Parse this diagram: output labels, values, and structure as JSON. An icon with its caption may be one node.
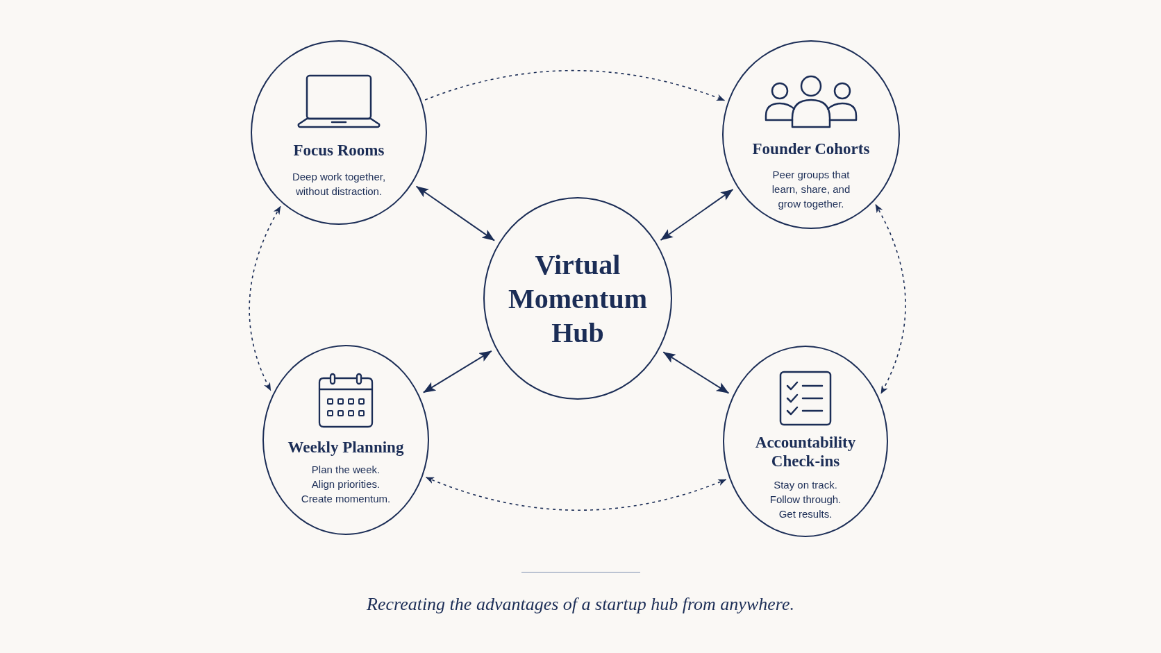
{
  "diagram": {
    "caption": "Recreating the advantages of a startup hub from anywhere.",
    "nodes": [
      {
        "text": [
          "Focus Rooms",
          "Deep work together, without distraction."
        ]
      },
      {
        "text": [
          "Founder Cohorts",
          "Peer groups that learn, share, and grow together."
        ]
      },
      {
        "text": [
          "Virtual Momentum Hub"
        ]
      },
      {
        "text": [
          "Weekly Planning",
          "Plan the week. Align priorities. Create momentum."
        ]
      },
      {
        "text": [
          "Accountability Check-ins",
          "Stay on track. Follow through. Get results."
        ]
      }
    ],
    "edges": [
      {
        "from": 0,
        "to": 2,
        "arrow": "both"
      },
      {
        "from": 1,
        "to": 2,
        "arrow": "both"
      },
      {
        "from": 3,
        "to": 2,
        "arrow": "both"
      },
      {
        "from": 4,
        "to": 2,
        "arrow": "both"
      },
      {
        "from": 0,
        "to": 1,
        "arrow": "to",
        "style": "dashed"
      },
      {
        "from": 1,
        "to": 4,
        "arrow": "both",
        "style": "dashed"
      },
      {
        "from": 0,
        "to": 3,
        "arrow": "both",
        "style": "dashed"
      },
      {
        "from": 3,
        "to": 4,
        "arrow": "both",
        "style": "dashed"
      }
    ]
  }
}
